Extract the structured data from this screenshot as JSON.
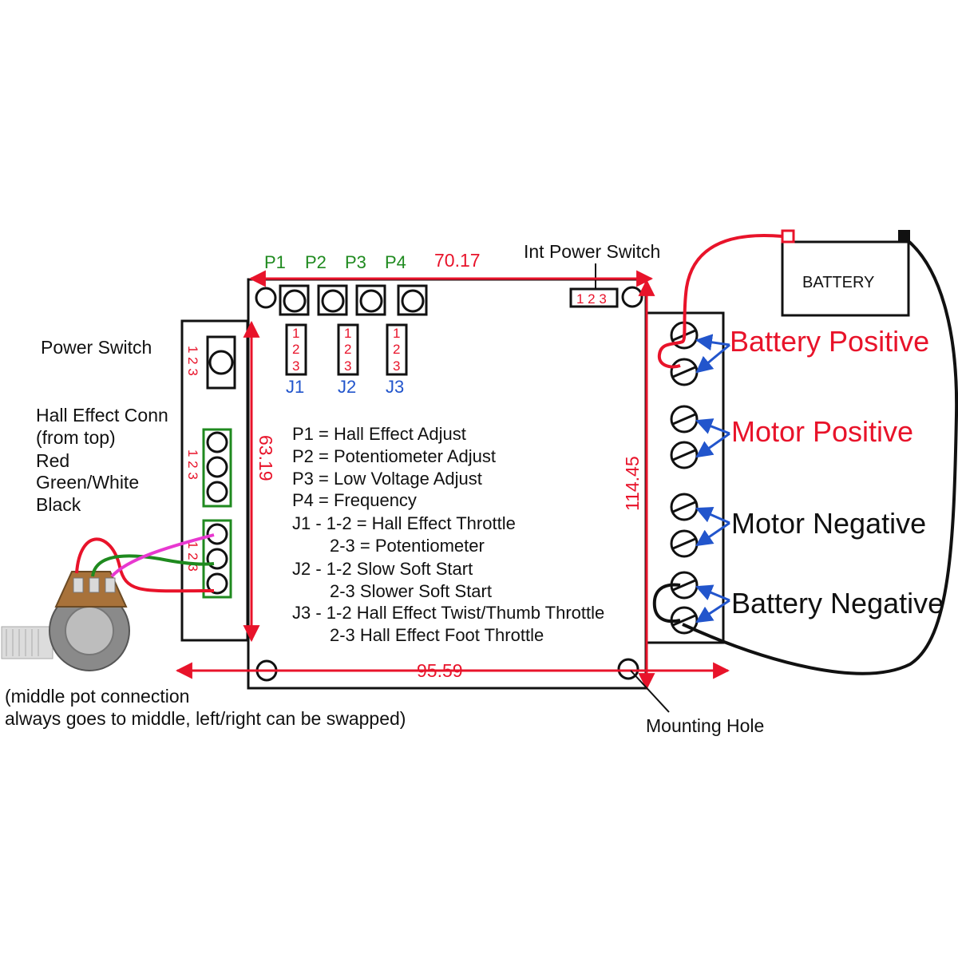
{
  "colors": {
    "red": "#e8132a",
    "green": "#1f8a1f",
    "blue": "#2255cc",
    "magenta": "#e838d0",
    "black": "#111111"
  },
  "labels": {
    "power_switch": "Power Switch",
    "int_power_switch": "Int Power Switch",
    "battery": "BATTERY",
    "mounting_hole": "Mounting Hole",
    "hall_conn_lines": [
      "Hall Effect Conn",
      "(from top)",
      "Red",
      "Green/White",
      "Black"
    ],
    "pot_note_lines": [
      "(middle pot connection",
      "always goes to middle, left/right can be swapped)"
    ],
    "battery_positive": "Battery Positive",
    "motor_positive": "Motor Positive",
    "motor_negative": "Motor Negative",
    "battery_negative": "Battery Negative"
  },
  "pots": [
    "P1",
    "P2",
    "P3",
    "P4"
  ],
  "jumpers": [
    "J1",
    "J2",
    "J3"
  ],
  "pin_labels": {
    "horizontal": "1 2 3",
    "vertical": [
      "1",
      "2",
      "3"
    ]
  },
  "dimensions": {
    "top_width": "70.17",
    "bottom_width": "95.59",
    "left_height": "63.19",
    "right_height": "114.45"
  },
  "legend": [
    "P1 = Hall Effect Adjust",
    "P2 = Potentiometer Adjust",
    "P3 = Low Voltage Adjust",
    "P4 = Frequency",
    "J1 - 1-2 = Hall Effect Throttle",
    "2-3 = Potentiometer",
    "J2 - 1-2 Slow Soft Start",
    "2-3 Slower Soft Start",
    "J3 - 1-2 Hall Effect Twist/Thumb Throttle",
    "2-3 Hall Effect Foot Throttle"
  ]
}
